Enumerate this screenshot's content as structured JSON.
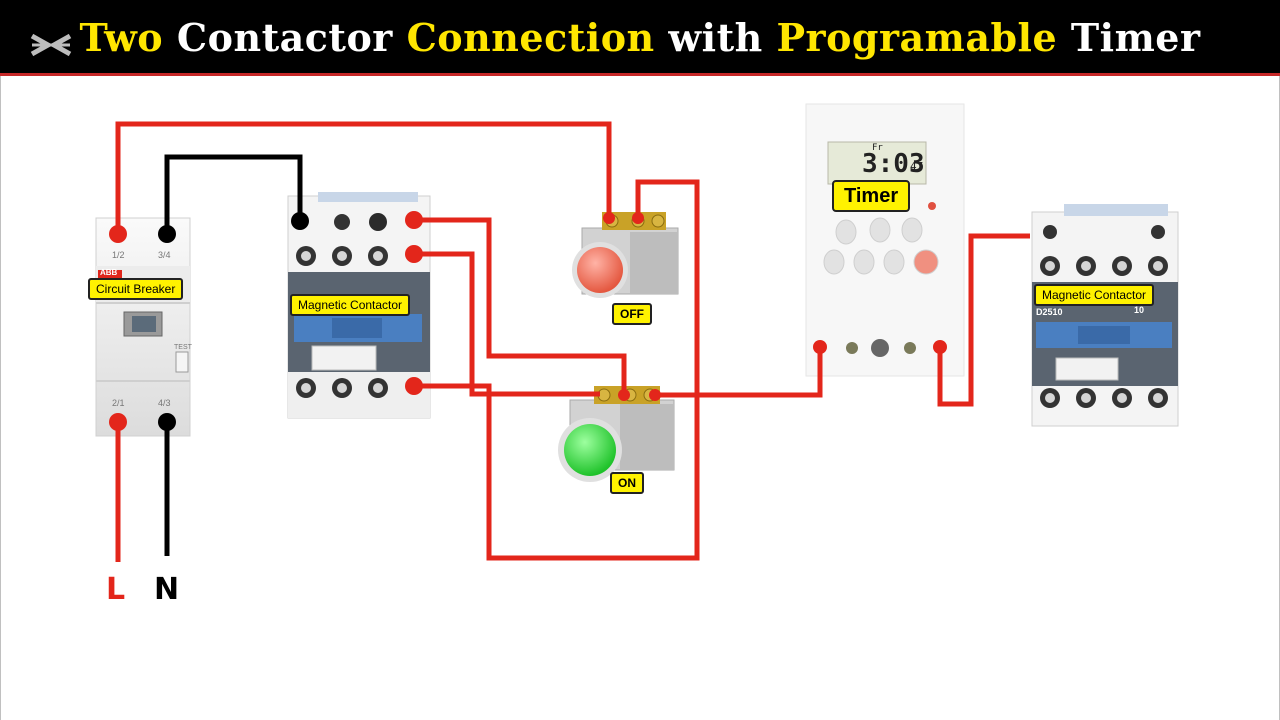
{
  "title": {
    "part1": "Two",
    "part2": "Contactor",
    "part3": "Connection",
    "part4": "with",
    "part5": "Programable",
    "part6": "Timer"
  },
  "labels": {
    "circuit_breaker": "Circuit Breaker",
    "contactor_left": "Magnetic Contactor",
    "contactor_right": "Magnetic Contactor",
    "off_button": "OFF",
    "on_button": "ON",
    "timer": "Timer",
    "line": "L",
    "neutral": "N"
  },
  "breaker": {
    "brand": "ABB",
    "terminal_top_left": "1/2",
    "terminal_top_right": "3/4",
    "terminal_bottom_left": "2/1",
    "terminal_bottom_right": "4/3",
    "test_label": "TEST"
  },
  "timer_display": {
    "time": "3:03",
    "seconds": "47",
    "day": "Fr"
  },
  "right_contactor": {
    "model": "D2510",
    "rating": "10"
  },
  "colors": {
    "title_accent": "#ffe600",
    "title_border": "#c62828",
    "wire_red": "#e3261b",
    "wire_black": "#000000",
    "label_bg": "#fff200",
    "contactor_blue": "#4a7fc1",
    "off_button": "#f07060",
    "on_button": "#38d640"
  }
}
